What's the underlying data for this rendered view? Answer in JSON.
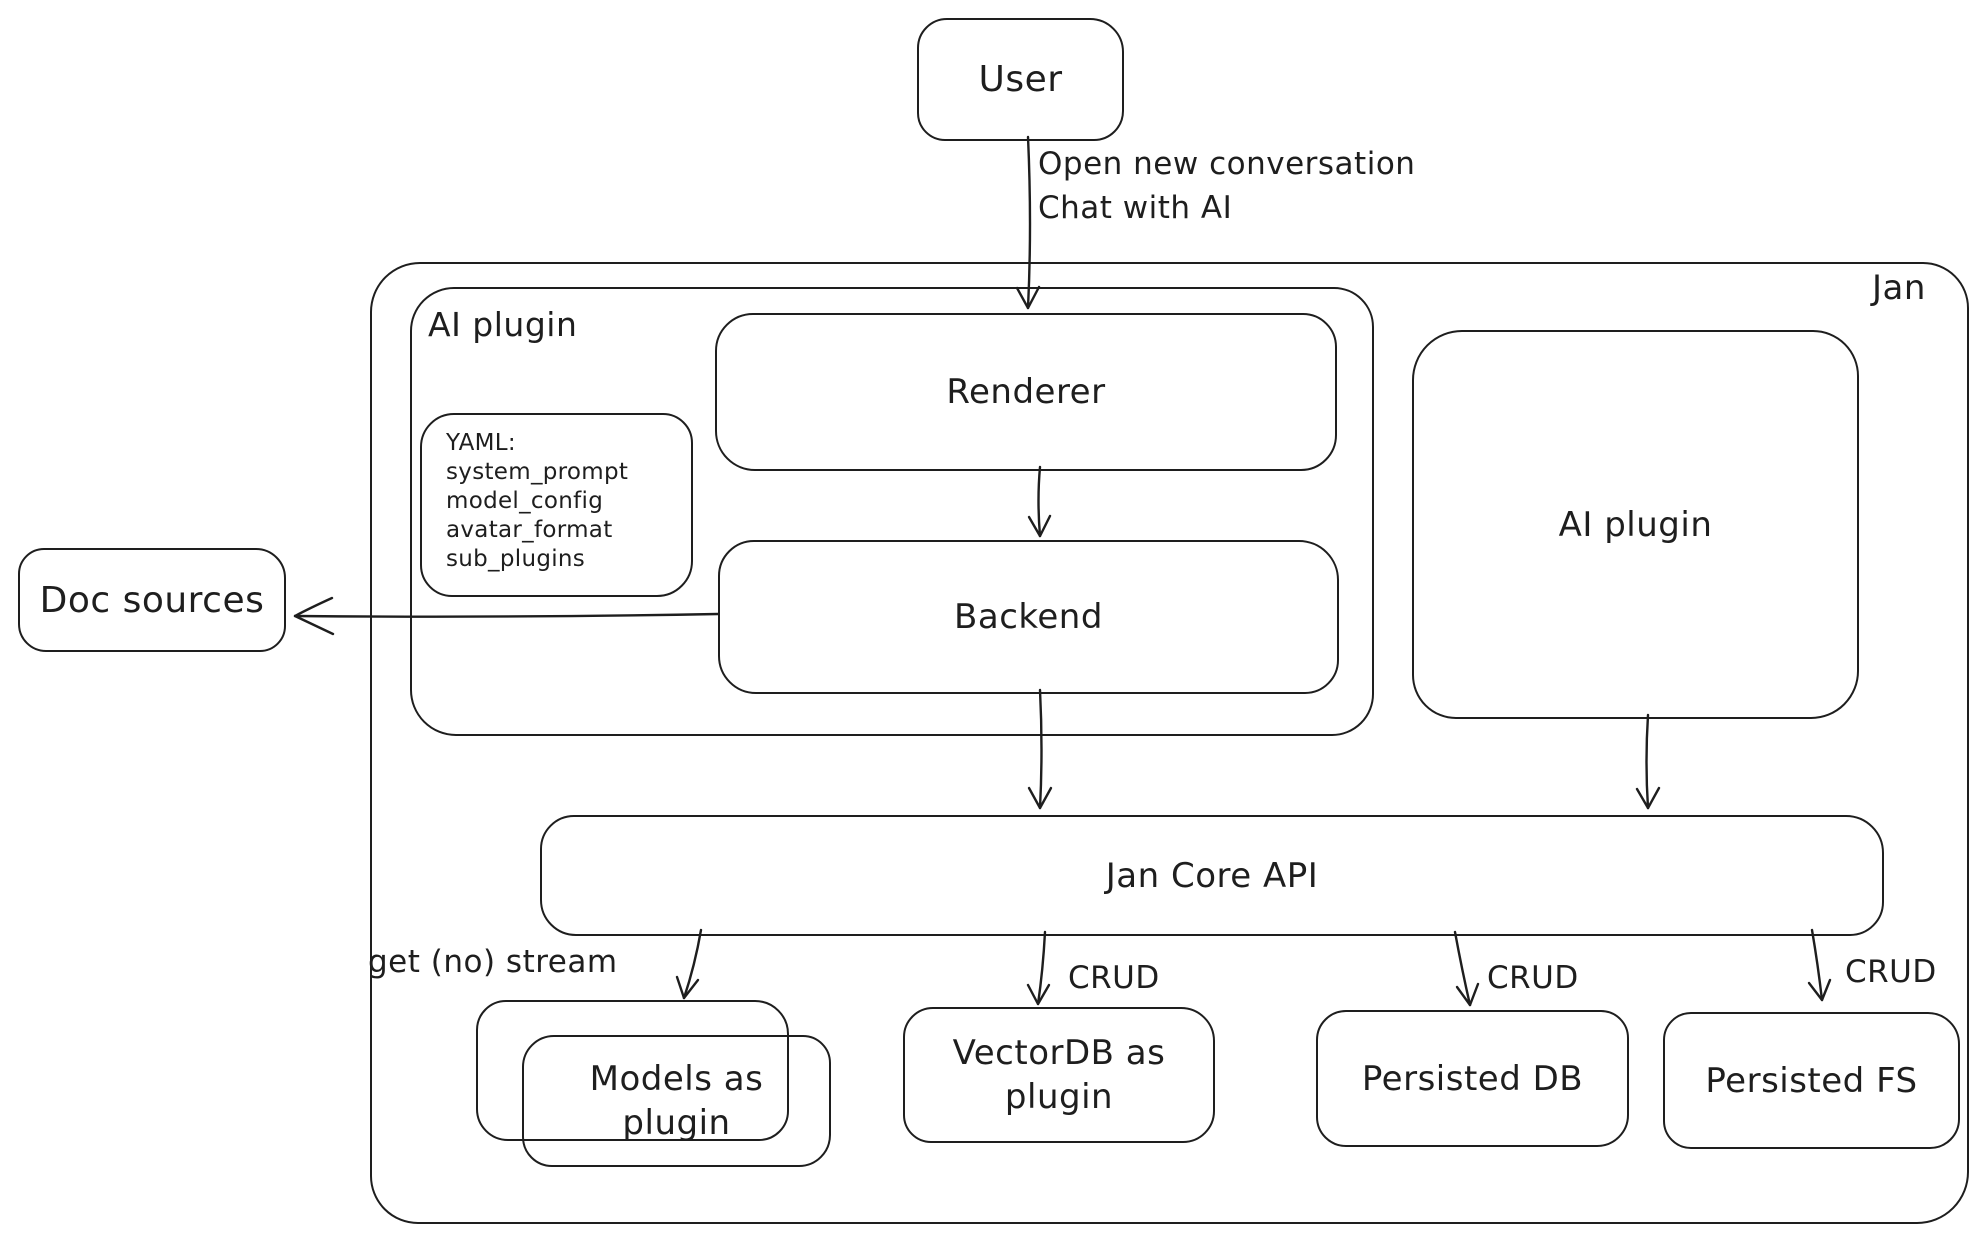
{
  "colors": {
    "stroke": "#1e1e1e",
    "background": "#ffffff"
  },
  "nodes": {
    "user": "User",
    "jan_container": "Jan",
    "ai_plugin_container": "AI plugin",
    "renderer": "Renderer",
    "backend": "Backend",
    "yaml_note": {
      "lines": [
        "YAML:",
        "system_prompt",
        "model_config",
        "avatar_format",
        "sub_plugins"
      ]
    },
    "doc_sources": "Doc sources",
    "ai_plugin": "AI plugin",
    "jan_core_api": "Jan Core API",
    "models_as_plugin": "Models as plugin",
    "vectordb_as_plugin": "VectorDB as plugin",
    "persisted_db": "Persisted DB",
    "persisted_fs": "Persisted FS"
  },
  "edge_labels": {
    "user_to_renderer_line1": "Open new conversation",
    "user_to_renderer_line2": "Chat with AI",
    "get_no_stream": "get (no) stream",
    "crud": "CRUD"
  }
}
